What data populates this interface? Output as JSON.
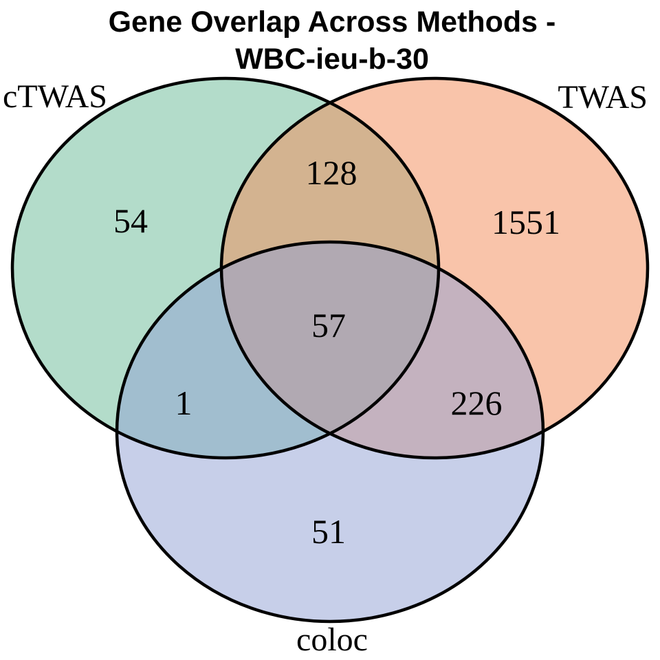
{
  "title": {
    "line1": "Gene Overlap Across Methods -",
    "line2": "WBC-ieu-b-30"
  },
  "chart_data": {
    "type": "venn",
    "title": "Gene Overlap Across Methods - WBC-ieu-b-30",
    "legend_position": "none",
    "background_color": "#ffffff",
    "outline_color": "#000000",
    "text_color": "#000000",
    "sets": [
      {
        "name": "cTWAS",
        "fill": "#67b995",
        "fill_opacity": 0.5,
        "region_color": "#b3dcca"
      },
      {
        "name": "TWAS",
        "fill": "#f38955",
        "fill_opacity": 0.5,
        "region_color": "#f9c5ab"
      },
      {
        "name": "coloc",
        "fill": "#8f9fd3",
        "fill_opacity": 0.5,
        "region_color": "#c8cfe9"
      }
    ],
    "region_colors": {
      "cTWAS_only": "#b3dcca",
      "TWAS_only": "#f9c5ab",
      "coloc_only": "#c8cfe9",
      "cTWAS_TWAS": "#d0af92",
      "cTWAS_coloc": "#9cbcd3",
      "TWAS_coloc": "#c3aec0",
      "cTWAS_TWAS_coloc": "#aaa3ad"
    },
    "regions": [
      {
        "sets": [
          "cTWAS"
        ],
        "value": 54
      },
      {
        "sets": [
          "TWAS"
        ],
        "value": 1551
      },
      {
        "sets": [
          "coloc"
        ],
        "value": 51
      },
      {
        "sets": [
          "cTWAS",
          "TWAS"
        ],
        "value": 128
      },
      {
        "sets": [
          "cTWAS",
          "coloc"
        ],
        "value": 1
      },
      {
        "sets": [
          "TWAS",
          "coloc"
        ],
        "value": 226
      },
      {
        "sets": [
          "cTWAS",
          "TWAS",
          "coloc"
        ],
        "value": 57
      }
    ]
  }
}
